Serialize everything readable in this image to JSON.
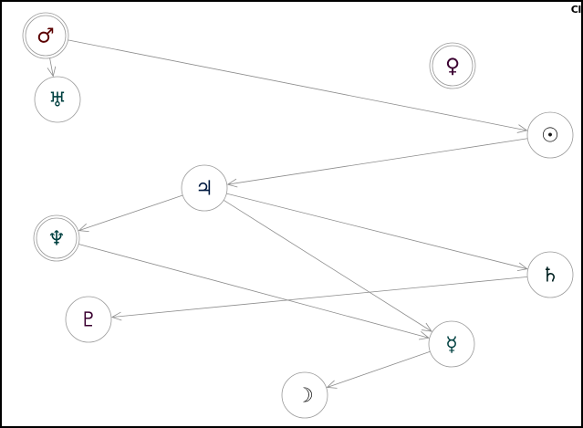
{
  "corner_label": "Cl",
  "nodes": [
    {
      "id": "mars",
      "glyph": "♂",
      "double": true,
      "color": "#5a0000"
    },
    {
      "id": "uranus",
      "glyph": "♅",
      "double": false,
      "color": "#004040"
    },
    {
      "id": "venus",
      "glyph": "♀",
      "double": true,
      "color": "#3a0030"
    },
    {
      "id": "sun",
      "glyph": "☉",
      "double": false,
      "color": "#1a1a1a"
    },
    {
      "id": "jupiter",
      "glyph": "♃",
      "double": false,
      "color": "#001a40"
    },
    {
      "id": "neptune",
      "glyph": "♆",
      "double": true,
      "color": "#004040"
    },
    {
      "id": "saturn",
      "glyph": "♄",
      "double": false,
      "color": "#002020"
    },
    {
      "id": "pluto",
      "glyph": "♇",
      "double": false,
      "color": "#3a0030"
    },
    {
      "id": "mercury",
      "glyph": "☿",
      "double": false,
      "color": "#004040"
    },
    {
      "id": "moon",
      "glyph": "☽",
      "double": false,
      "color": "#1a1a1a"
    }
  ],
  "edges": [
    {
      "from": "mars",
      "to": "uranus"
    },
    {
      "from": "mars",
      "to": "sun"
    },
    {
      "from": "sun",
      "to": "jupiter"
    },
    {
      "from": "jupiter",
      "to": "neptune"
    },
    {
      "from": "jupiter",
      "to": "saturn"
    },
    {
      "from": "jupiter",
      "to": "mercury"
    },
    {
      "from": "neptune",
      "to": "mercury"
    },
    {
      "from": "saturn",
      "to": "pluto"
    },
    {
      "from": "mercury",
      "to": "moon"
    }
  ]
}
